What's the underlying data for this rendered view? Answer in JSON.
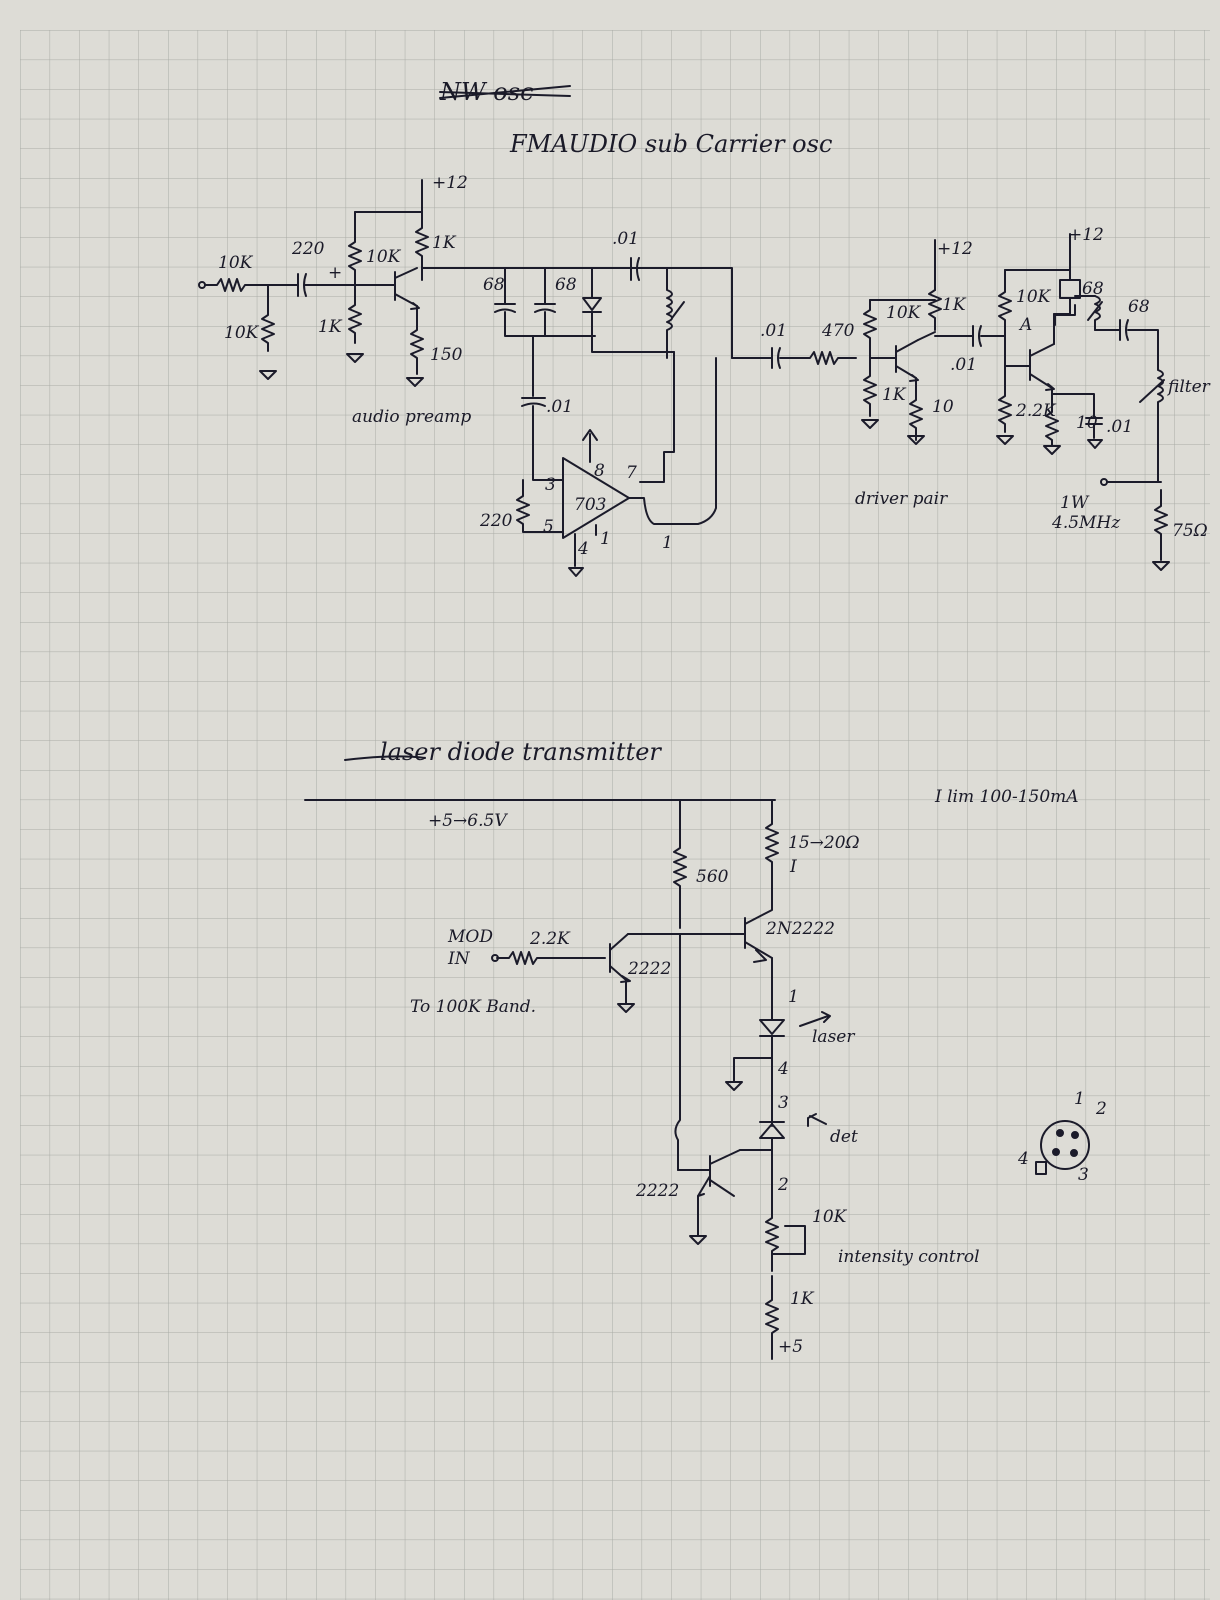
{
  "top_circuit": {
    "crossed_title": "NW osc",
    "title": "FMAUDIO sub Carrier osc",
    "supply_labels": [
      "+12",
      "+12",
      "+12"
    ],
    "components": {
      "r_in": "10K",
      "r_in_gnd": "10K",
      "c_in": "220",
      "polarity": "+",
      "r_bias_top": "10K",
      "r_bias_bot": "1K",
      "r_collector": "1K",
      "r_emitter": "150",
      "c_tank1": "68",
      "c_tank2": "68",
      "c_out": ".01",
      "c_fb": ".01",
      "r_op": "220",
      "opamp": "703",
      "pin_3": "3",
      "pin_5": "5",
      "pin_8": "8",
      "pin_7": "7",
      "pin_4": "4",
      "pin_1": "1",
      "pin_1b": "1",
      "c_couple": ".01",
      "r_drive_in": "470",
      "r_drv_top": "10K",
      "r_drv_c": "1K",
      "r_drv_bot": "1K",
      "r_drv_e": "10",
      "c_drv_out": ".01",
      "r_out_top": "10K",
      "c_out_68a": "68",
      "c_out_68b": "68",
      "node_a": "A",
      "r_out_e": "2.2K",
      "r_out_e2": "10",
      "c_out_e": ".01",
      "filter": "filter",
      "out_label_1": "1W",
      "out_label_2": "4.5MHz",
      "r_load": "75Ω"
    },
    "notes": {
      "preamp": "audio preamp",
      "driver": "driver pair"
    }
  },
  "bottom_circuit": {
    "title": "laser diode transmitter",
    "supply": "+5→6.5V",
    "current_note": "I lim 100-150mA",
    "components": {
      "r_base": "560",
      "r_limit": "15→20Ω",
      "r_limit_sym": "I",
      "q_pass": "2N2222",
      "q_mod": "2222",
      "q_sense": "2222",
      "mod_in": "MOD",
      "mod_in2": "IN",
      "r_mod": "2.2K",
      "bandwidth": "To 100K Band.",
      "pin1": "1",
      "pin2": "2",
      "pin3": "3",
      "pin4": "4",
      "laser": "laser",
      "det": "det",
      "r_intensity": "10K",
      "intensity": "intensity control",
      "r_bottom": "1K",
      "bottom_supply": "+5"
    },
    "pinout": {
      "p1": "1",
      "p2": "2",
      "p3": "3",
      "p4": "4"
    }
  }
}
